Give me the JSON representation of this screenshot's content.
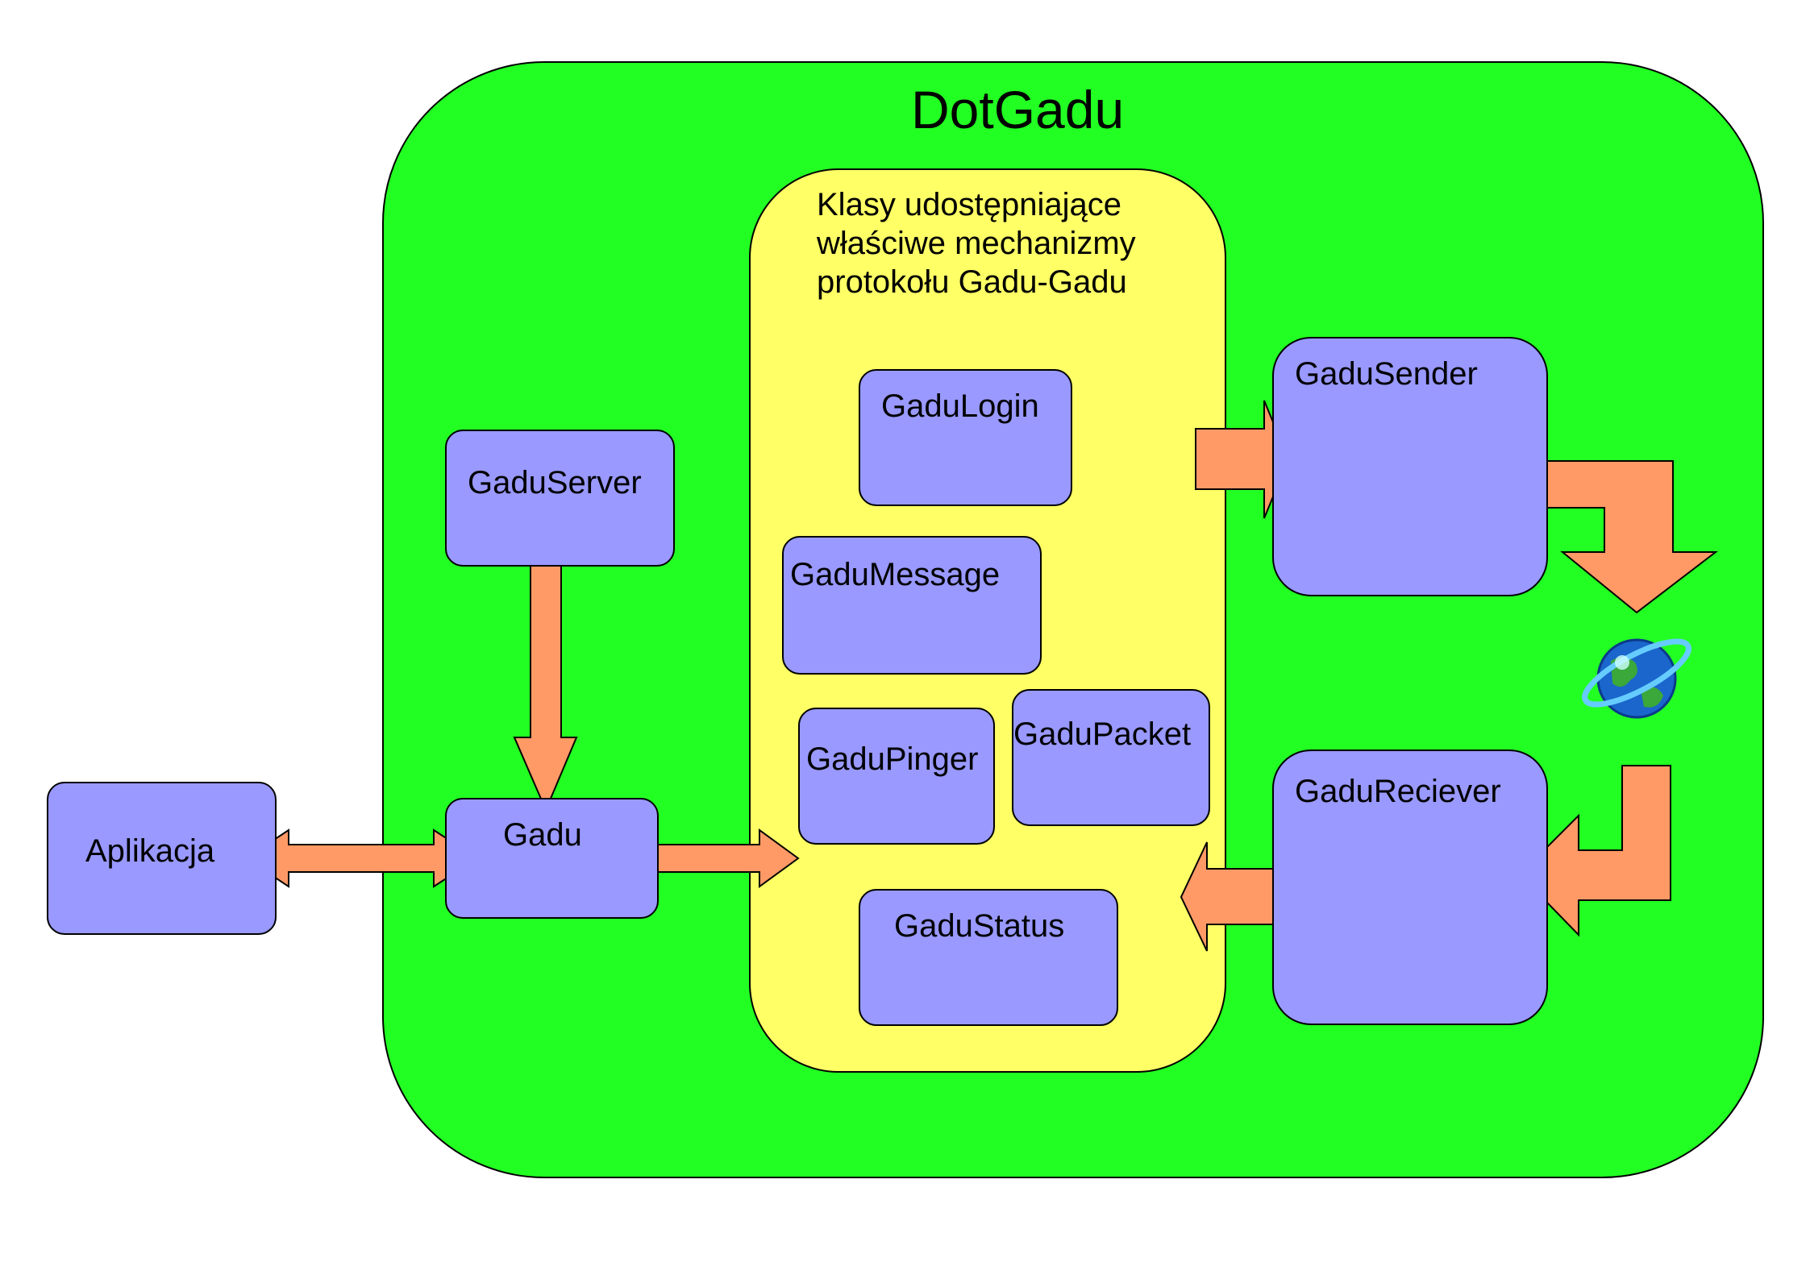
{
  "title": "DotGadu",
  "core_description": "Klasy udostępniające\nwłaściwe mechanizmy\nprotokołu Gadu-Gadu",
  "nodes": {
    "aplikacja": "Aplikacja",
    "gadu": "Gadu",
    "gadu_server": "GaduServer",
    "gadu_login": "GaduLogin",
    "gadu_message": "GaduMessage",
    "gadu_pinger": "GaduPinger",
    "gadu_packet": "GaduPacket",
    "gadu_status": "GaduStatus",
    "gadu_sender": "GaduSender",
    "gadu_reciever": "GaduReciever"
  },
  "icons": {
    "network": "internet-globe-icon"
  },
  "colors": {
    "outer_container": "#22ff22",
    "core_container": "#ffff66",
    "box_fill": "#9999ff",
    "arrow_fill": "#ff9966",
    "outline": "#000000"
  }
}
